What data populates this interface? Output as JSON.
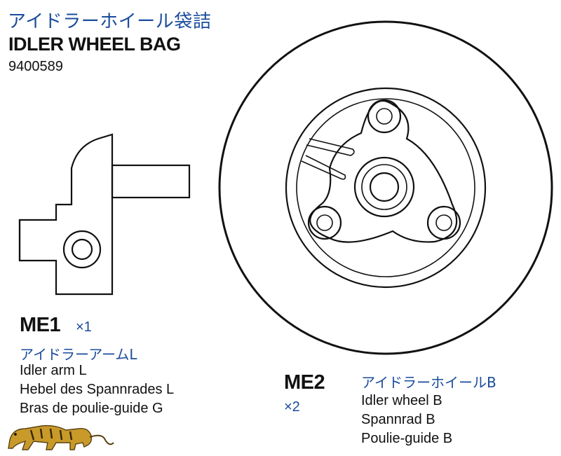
{
  "header": {
    "title_jp": "アイドラーホイール袋詰",
    "title_en": "IDLER WHEEL BAG",
    "code": "9400589"
  },
  "parts": [
    {
      "id": "ME1",
      "qty": "×1",
      "name_jp": "アイドラーアームL",
      "names": [
        "Idler arm L",
        "Hebel des Spannrades L",
        "Bras de poulie-guide G"
      ]
    },
    {
      "id": "ME2",
      "qty": "×2",
      "name_jp": "アイドラーホイールB",
      "names": [
        "Idler wheel B",
        "Spannrad B",
        "Poulie-guide B"
      ]
    }
  ],
  "icons": {
    "logo": "tiger-logo-icon"
  },
  "colors": {
    "accent": "#1a4c9c",
    "text": "#111111",
    "logo": "#c89a2a"
  }
}
